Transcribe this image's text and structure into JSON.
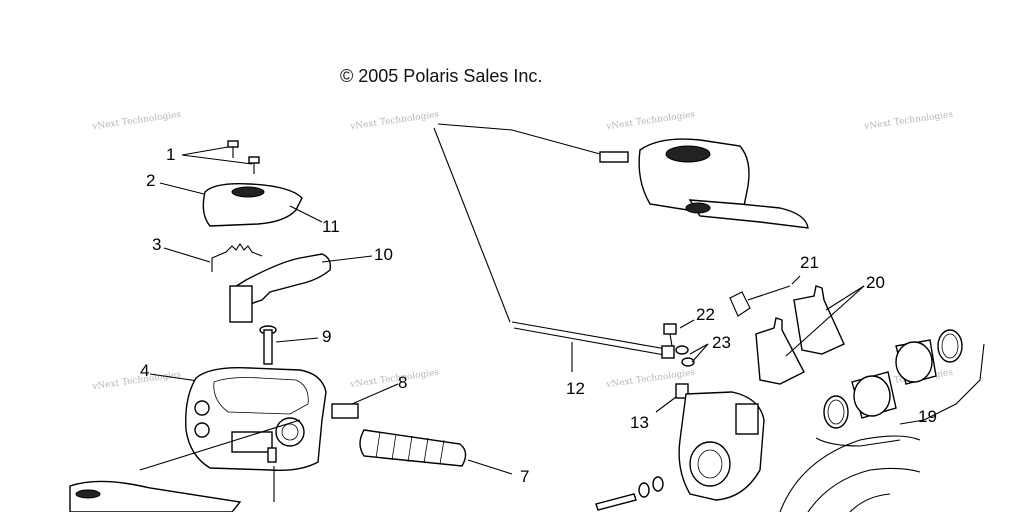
{
  "copyright": "© 2005 Polaris Sales Inc.",
  "watermark": "vNext Technologies",
  "callouts": [
    "1",
    "2",
    "3",
    "4",
    "7",
    "8",
    "9",
    "10",
    "11",
    "12",
    "13",
    "19",
    "20",
    "21",
    "22",
    "23"
  ]
}
